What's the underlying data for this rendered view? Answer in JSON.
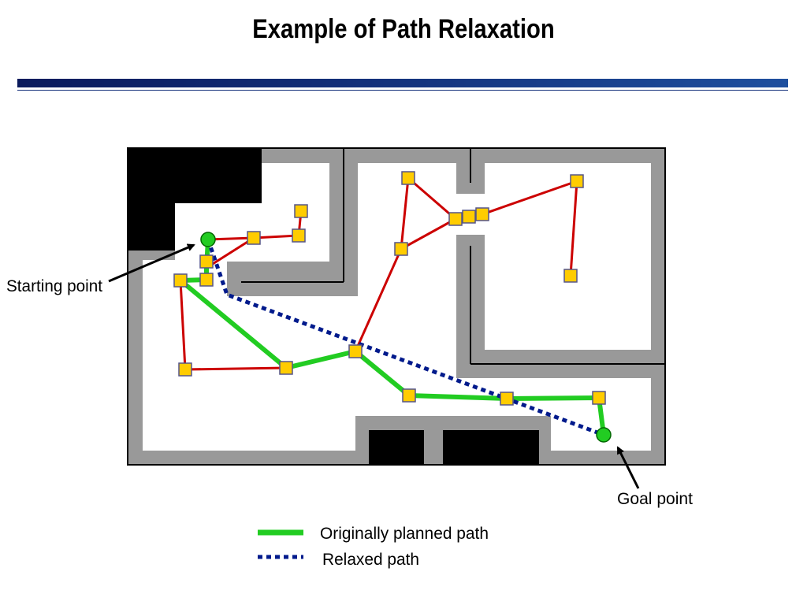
{
  "title": "Example of Path Relaxation",
  "labels": {
    "start": "Starting point",
    "goal": "Goal point"
  },
  "legend": {
    "original": "Originally planned path",
    "relaxed": "Relaxed path"
  },
  "colors": {
    "wall": "#999999",
    "obstacle": "#000000",
    "node_fill": "#ffcc00",
    "node_stroke": "#555588",
    "tree_edge": "#cc0000",
    "original_path": "#22cc22",
    "relaxed_path": "#001a8c",
    "endpoint": "#22cc22"
  },
  "icons": {
    "node": "square-marker",
    "endpoint": "circle-marker",
    "callout": "arrow"
  }
}
